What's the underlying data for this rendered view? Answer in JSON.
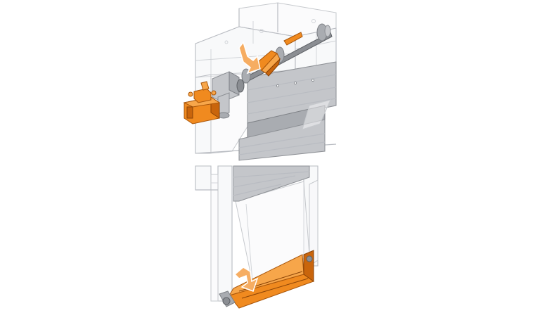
{
  "diagram": {
    "colors": {
      "frame": "#b9bcc2",
      "panel": "#a9acb1",
      "drive": "#f08a1f",
      "arrow": "#f6ad62",
      "background": "#ffffff"
    },
    "parts": [
      "upper-housing",
      "drive-shaft",
      "gear-motor",
      "hydraulic-unit",
      "shutter-panel",
      "lower-frame",
      "bottom-trough"
    ],
    "arrows": [
      "shaft-rotation-arrow",
      "panel-lowering-arrow"
    ]
  }
}
